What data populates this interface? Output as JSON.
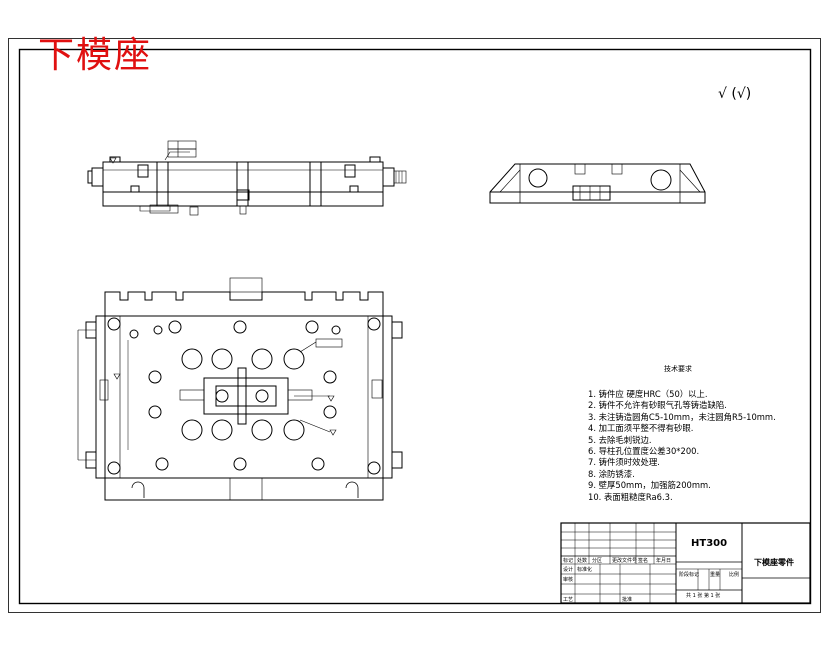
{
  "stamp": "下模座",
  "roughness_symbol": "√ (√)",
  "tech_notes": {
    "title": "技术要求",
    "items": [
      "1. 铸件应 硬度HRC（50）以上.",
      "2. 铸件不允许有砂眼气孔等铸造缺陷.",
      "3. 未注铸造圆角C5-10mm，未注圆角R5-10mm.",
      "4. 加工面须平整不得有砂眼.",
      "5. 去除毛刺锐边.",
      "6. 导柱孔位置度公差30*200.",
      "7. 铸件须时效处理.",
      "8. 涂防锈漆.",
      "9. 壁厚50mm，加强筋200mm.",
      "10. 表面粗糙度Ra6.3."
    ]
  },
  "title_block": {
    "material": "HT300",
    "part_name": "下模座零件",
    "sheet_info": "共 1 张  第 1 张",
    "row_labels": [
      "标记",
      "处数",
      "分区",
      "更改文件号",
      "签名",
      "年月日"
    ],
    "design": "设计",
    "check": "审核",
    "process": "工艺",
    "approve": "批准",
    "stage": "阶段标记",
    "weight": "重量",
    "scale": "比例",
    "standard": "标准化"
  }
}
